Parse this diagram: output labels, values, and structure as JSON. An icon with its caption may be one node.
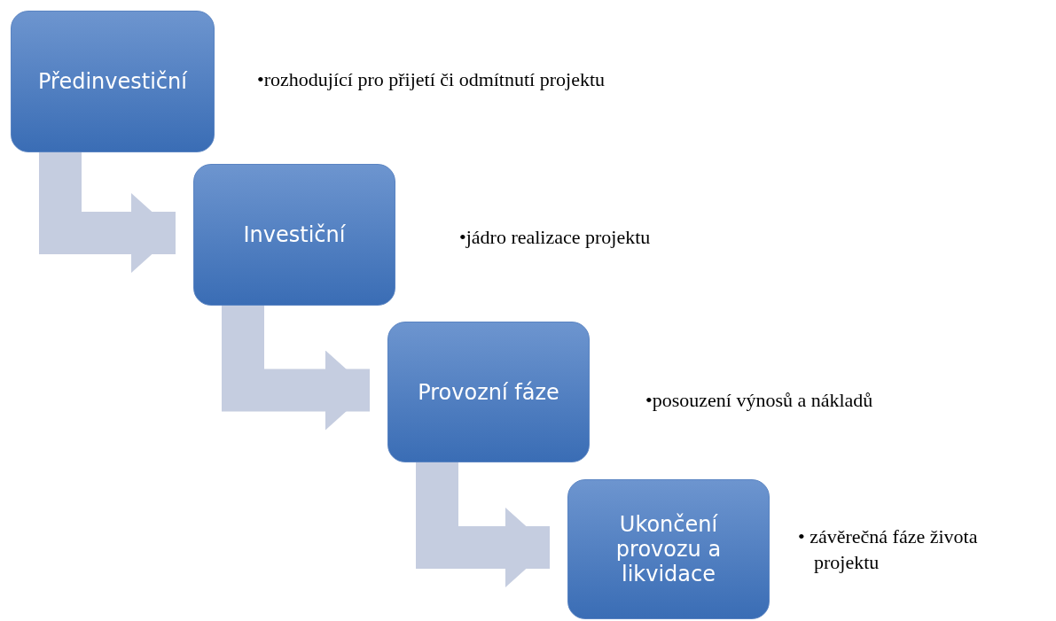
{
  "diagram": {
    "nodes": [
      {
        "text": [
          "Předinvestiční"
        ],
        "beside": [
          "•rozhodující pro přijetí či odmítnutí projektu"
        ]
      },
      {
        "text": [
          "Investiční"
        ],
        "beside": [
          "•jádro realizace projektu"
        ]
      },
      {
        "text": [
          "Provozní fáze"
        ],
        "beside": [
          "•posouzení výnosů a nákladů"
        ]
      },
      {
        "text": [
          "Ukončení provozu a likvidace"
        ],
        "beside": [
          "• závěrečná fáze života projektu"
        ]
      }
    ],
    "edges": [
      {
        "from": 0,
        "to": 1,
        "arrow": "to"
      },
      {
        "from": 1,
        "to": 2,
        "arrow": "to"
      },
      {
        "from": 2,
        "to": 3,
        "arrow": "to"
      }
    ]
  }
}
